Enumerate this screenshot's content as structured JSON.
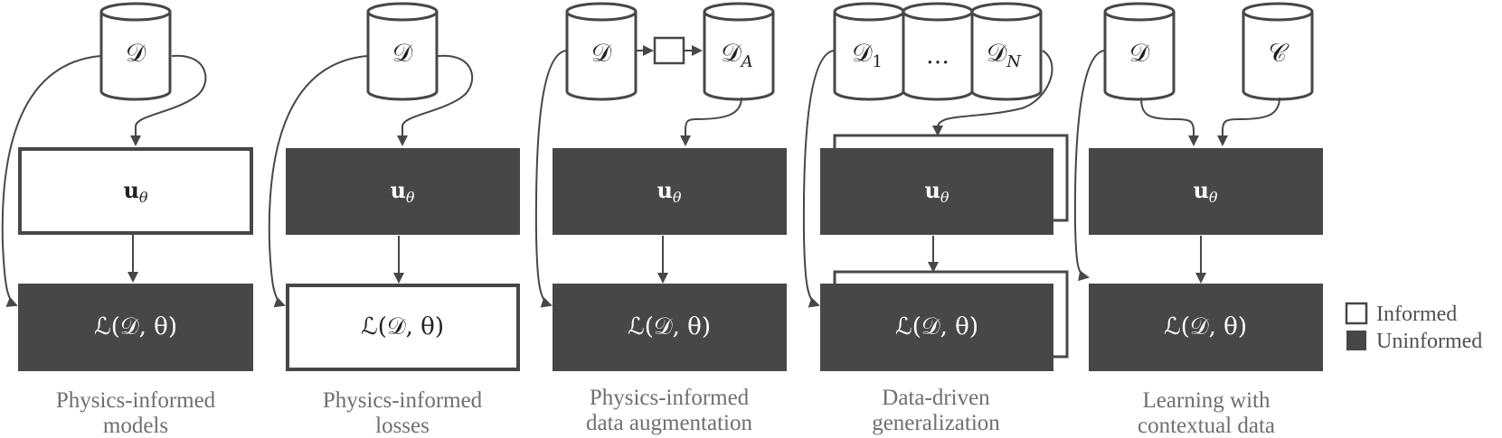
{
  "colors": {
    "dark": "#474747",
    "light": "#ffffff",
    "line": "#474747",
    "caption": "#6f6f6f"
  },
  "symbols": {
    "dataset": "𝒟",
    "dataset_1": "𝒟",
    "dataset_1_sub": "1",
    "dataset_n": "𝒟",
    "dataset_n_sub": "N",
    "dataset_aug": "𝒟",
    "dataset_aug_sub": "A",
    "ellipsis": "…",
    "context": "𝒞",
    "model_main": "u",
    "model_sub": "θ",
    "loss": "ℒ(𝒟, θ)"
  },
  "panels": [
    {
      "caption": [
        "Physics-informed",
        "models"
      ],
      "model": "informed",
      "loss": "uninformed"
    },
    {
      "caption": [
        "Physics-informed",
        "losses"
      ],
      "model": "uninformed",
      "loss": "informed"
    },
    {
      "caption": [
        "Physics-informed",
        "data augmentation"
      ],
      "model": "uninformed",
      "loss": "uninformed"
    },
    {
      "caption": [
        "Data-driven",
        "generalization"
      ],
      "model": "uninformed",
      "loss": "uninformed"
    },
    {
      "caption": [
        "Learning with",
        "contextual data"
      ],
      "model": "uninformed",
      "loss": "uninformed"
    }
  ],
  "legend": {
    "informed": "Informed",
    "uninformed": "Uninformed"
  }
}
